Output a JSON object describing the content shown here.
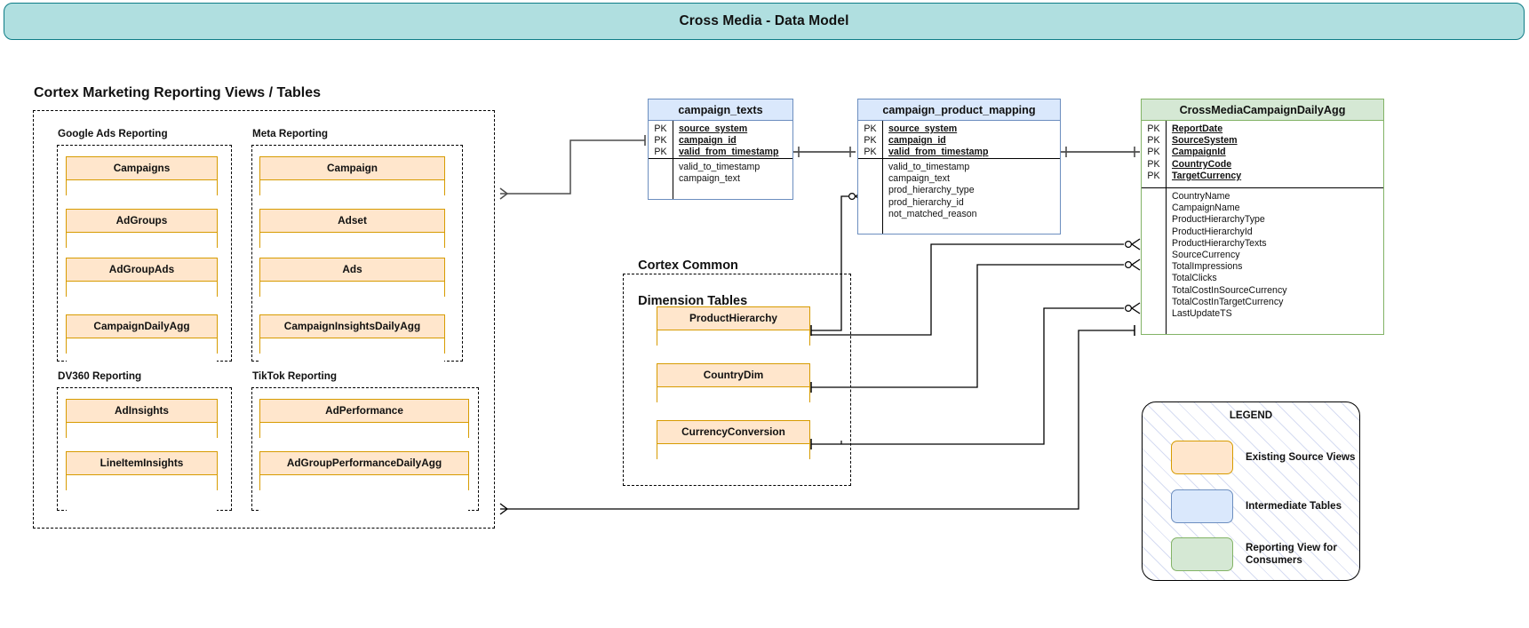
{
  "banner": {
    "title": "Cross Media - Data Model"
  },
  "groups": {
    "reporting": {
      "title": "Cortex Marketing Reporting Views / Tables",
      "sections": [
        {
          "label": "Google Ads Reporting",
          "tables": [
            "Campaigns",
            "AdGroups",
            "AdGroupAds",
            "CampaignDailyAgg"
          ]
        },
        {
          "label": "Meta Reporting",
          "tables": [
            "Campaign",
            "Adset",
            "Ads",
            "CampaignInsightsDailyAgg"
          ]
        },
        {
          "label": "DV360 Reporting",
          "tables": [
            "AdInsights",
            "LineItemInsights"
          ]
        },
        {
          "label": "TikTok Reporting",
          "tables": [
            "AdPerformance",
            "AdGroupPerformanceDailyAgg"
          ]
        }
      ]
    },
    "dimensions": {
      "title_line1": "Cortex Common",
      "title_line2": "Dimension Tables",
      "tables": [
        "ProductHierarchy",
        "CountryDim",
        "CurrencyConversion"
      ]
    }
  },
  "entities": {
    "campaign_texts": {
      "name": "campaign_texts",
      "key_labels": [
        "PK",
        "PK",
        "PK"
      ],
      "pk_fields": [
        "source_system",
        "campaign_id",
        "valid_from_timestamp"
      ],
      "fields": [
        "valid_to_timestamp",
        "campaign_text"
      ]
    },
    "campaign_product_mapping": {
      "name": "campaign_product_mapping",
      "key_labels": [
        "PK",
        "PK",
        "PK"
      ],
      "pk_fields": [
        "source_system",
        "campaign_id",
        "valid_from_timestamp"
      ],
      "fields": [
        "valid_to_timestamp",
        "campaign_text",
        "prod_hierarchy_type",
        "prod_hierarchy_id",
        "not_matched_reason"
      ]
    },
    "cross_media_campaign_daily_agg": {
      "name": "CrossMediaCampaignDailyAgg",
      "key_labels": [
        "PK",
        "PK",
        "PK",
        "PK",
        "PK"
      ],
      "pk_fields": [
        "ReportDate",
        "SourceSystem",
        "CampaignId",
        "CountryCode",
        "TargetCurrency"
      ],
      "fields": [
        "CountryName",
        "CampaignName",
        "ProductHierarchyType",
        "ProductHierarchyId",
        "ProductHierarchyTexts",
        "SourceCurrency",
        "TotalImpressions",
        "TotalClicks",
        "TotalCostInSourceCurrency",
        "TotalCostInTargetCurrency",
        "LastUpdateTS"
      ]
    }
  },
  "legend": {
    "title": "LEGEND",
    "items": [
      {
        "swatch": "orange",
        "label": "Existing Source Views"
      },
      {
        "swatch": "blue",
        "label": "Intermediate Tables"
      },
      {
        "swatch": "green",
        "label": "Reporting View for\nConsumers"
      }
    ]
  },
  "colors": {
    "banner_fill": "#b0dfe0",
    "banner_stroke": "#0e7c86",
    "source_fill": "#ffe6cc",
    "source_stroke": "#d79b00",
    "intermediate_fill": "#dae8fc",
    "intermediate_stroke": "#6c8ebf",
    "reporting_fill": "#d5e8d4",
    "reporting_stroke": "#82b366"
  }
}
